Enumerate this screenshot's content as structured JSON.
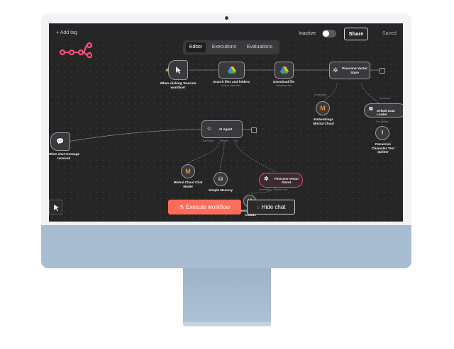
{
  "topbar": {
    "add_tag": "+ Add tag",
    "inactive": "Inactive",
    "share": "Share",
    "saved": "Saved"
  },
  "tabs": [
    {
      "label": "Editor",
      "active": true
    },
    {
      "label": "Executions"
    },
    {
      "label": "Evaluations"
    }
  ],
  "nodes": {
    "trigger": {
      "label": "When clicking 'Execute workflow'"
    },
    "search": {
      "label": "Search files and folders",
      "sub": "search: fileFolder"
    },
    "download": {
      "label": "Download file",
      "sub": "download: file"
    },
    "pinecone1": {
      "label": "Pinecone Vector Store"
    },
    "embeddings1": {
      "label": "Embeddings Mistral Cloud"
    },
    "data_loader": {
      "label": "Default Data Loader"
    },
    "splitter": {
      "label": "Recursive Character Text Splitter"
    },
    "chat_trigger": {
      "label": "When chat message received"
    },
    "agent": {
      "label": "AI Agent"
    },
    "mistral_model": {
      "label": "Mistral Cloud Chat Model"
    },
    "memory": {
      "label": "Simple Memory"
    },
    "pinecone2": {
      "label": "Pinecone Vector Store1"
    },
    "embeddings2": {
      "label": "Embeddings Mistral Cloud1"
    }
  },
  "ports": {
    "embedding": "Embedding",
    "document": "Document",
    "text_splitter": "Text Splitter",
    "chat_model": "Chat Model",
    "memory": "Memory",
    "tool": "Tool",
    "vector_store": "Vector Store"
  },
  "actions": {
    "execute": "Execute workflow",
    "hide_chat": "Hide chat"
  },
  "colors": {
    "accent": "#ff6d5a",
    "canvas": "#252526",
    "node": "#3a3a3e",
    "highlight": "#e8506a",
    "chin": "#a9bdd2"
  }
}
